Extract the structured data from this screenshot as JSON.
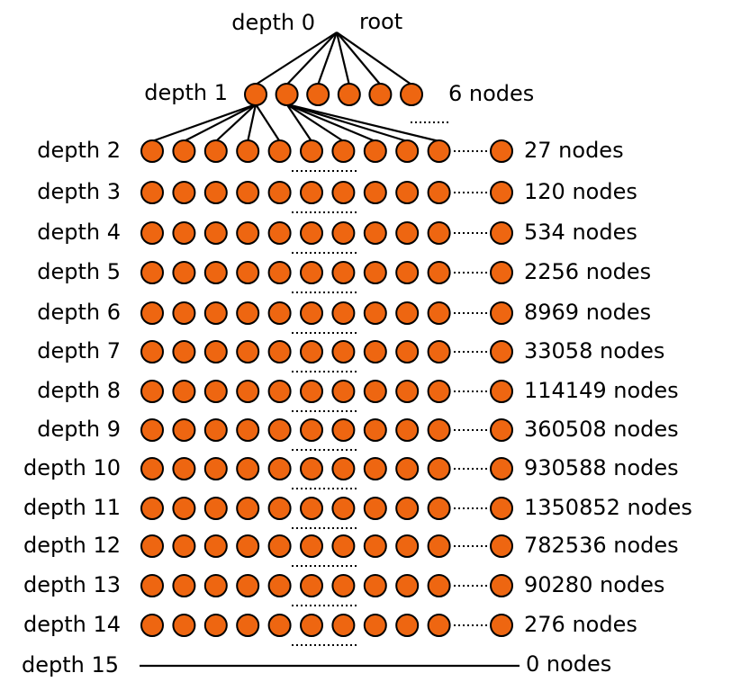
{
  "colors": {
    "node_fill": "#ee6611",
    "node_stroke": "#000000",
    "line": "#000000"
  },
  "root": {
    "depth_label": "depth 0",
    "caption": "root"
  },
  "levels": [
    {
      "label": "depth 1",
      "count": "6 nodes",
      "visible_nodes": 6
    },
    {
      "label": "depth 2",
      "count": "27 nodes",
      "visible_nodes": 11
    },
    {
      "label": "depth 3",
      "count": "120 nodes",
      "visible_nodes": 11
    },
    {
      "label": "depth 4",
      "count": "534 nodes",
      "visible_nodes": 11
    },
    {
      "label": "depth 5",
      "count": "2256 nodes",
      "visible_nodes": 11
    },
    {
      "label": "depth 6",
      "count": "8969 nodes",
      "visible_nodes": 11
    },
    {
      "label": "depth 7",
      "count": "33058 nodes",
      "visible_nodes": 11
    },
    {
      "label": "depth 8",
      "count": "114149 nodes",
      "visible_nodes": 11
    },
    {
      "label": "depth 9",
      "count": "360508 nodes",
      "visible_nodes": 11
    },
    {
      "label": "depth 10",
      "count": "930588 nodes",
      "visible_nodes": 11
    },
    {
      "label": "depth 11",
      "count": "1350852 nodes",
      "visible_nodes": 11
    },
    {
      "label": "depth 12",
      "count": "782536 nodes",
      "visible_nodes": 11
    },
    {
      "label": "depth 13",
      "count": "90280 nodes",
      "visible_nodes": 11
    },
    {
      "label": "depth 14",
      "count": "276 nodes",
      "visible_nodes": 11
    },
    {
      "label": "depth 15",
      "count": "0 nodes",
      "visible_nodes": 0
    }
  ]
}
